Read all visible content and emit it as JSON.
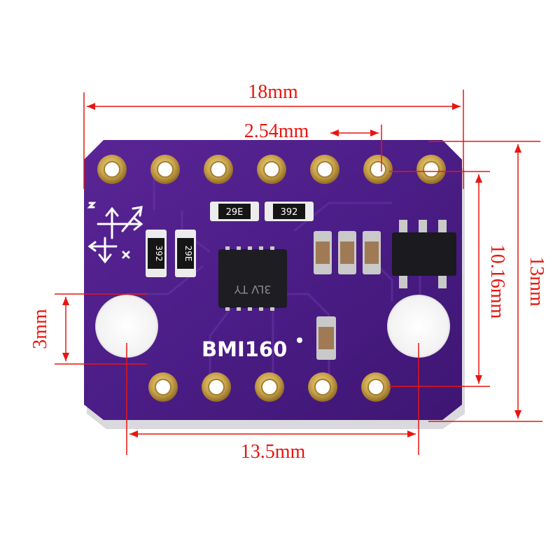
{
  "board": {
    "name": "BMI160",
    "chip_marking": "3LV\nTY",
    "resistor_codes": [
      "29E",
      "392",
      "392",
      "29E"
    ],
    "colors": {
      "pcb": "#4b1d86",
      "pcb_dark": "#3a1270",
      "pad_gold": "#c9a24a",
      "silk": "#ffffff",
      "dimension": "#e8160f"
    }
  },
  "dimensions": {
    "width": "18mm",
    "pin_pitch": "2.54mm",
    "row_spacing": "10.16mm",
    "height": "13mm",
    "hole_diameter": "3mm",
    "hole_spacing": "13.5mm"
  },
  "icons": [
    "axis-orientation-icon"
  ]
}
